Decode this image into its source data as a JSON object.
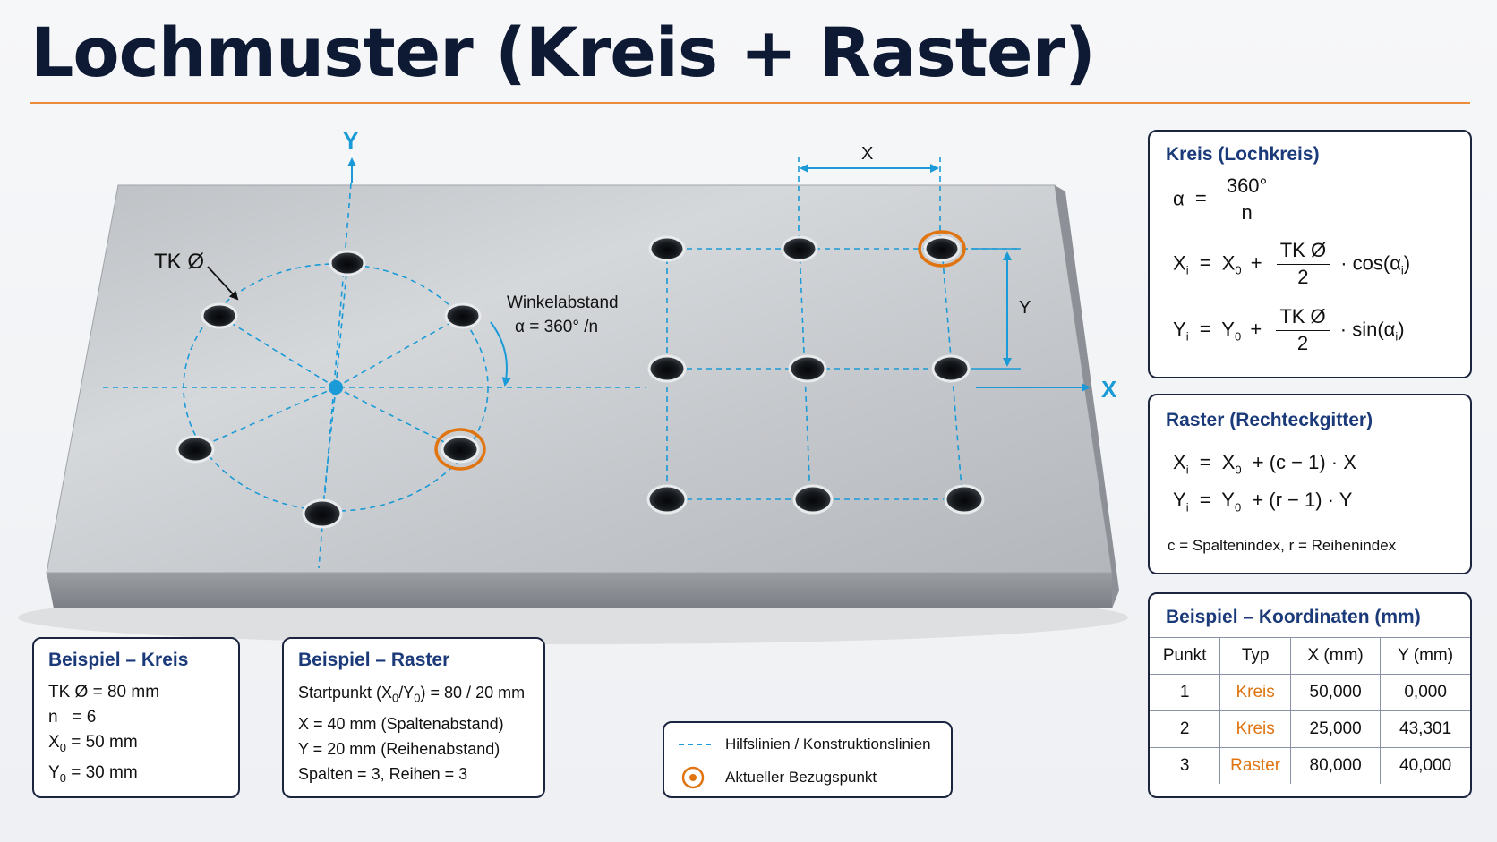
{
  "title": "Lochmuster (Kreis + Raster)",
  "colors": {
    "accent": "#e98b3b",
    "construction": "#1a9ad6",
    "navy": "#1b2540",
    "heading": "#1b3a7a"
  },
  "diagram": {
    "axis_y": "Y",
    "axis_x": "X",
    "tk_label": "TK Ø",
    "angle_label_1": "Winkelabstand",
    "angle_label_2": "α = 360° /n",
    "dim_x": "X",
    "dim_y": "Y"
  },
  "kreis_box": {
    "title": "Kreis (Lochkreis)",
    "alpha_lhs": "α",
    "eq": "=",
    "alpha_num": "360°",
    "alpha_den": "n",
    "xi": "X",
    "i_sub": "i",
    "zero_sub": "0",
    "x0": "X",
    "y0": "Y",
    "yi": "Y",
    "plus": "+",
    "tk_num": "TK Ø",
    "tk_den": "2",
    "cos_prefix": "· cos(α",
    "sin_prefix": "· sin(α",
    "close_paren": ")"
  },
  "raster_box": {
    "title": "Raster (Rechteckgitter)",
    "xi": "X",
    "yi": "Y",
    "i_sub": "i",
    "zero_sub": "0",
    "x_rhs": "+ (c − 1) · X",
    "y_rhs": "+ (r − 1) · Y",
    "eq": "=",
    "note": "c = Spaltenindex, r = Reihenindex"
  },
  "coords_table": {
    "title": "Beispiel – Koordinaten (mm)",
    "headers": [
      "Punkt",
      "Typ",
      "X (mm)",
      "Y (mm)"
    ],
    "rows": [
      [
        "1",
        "Kreis",
        "50,000",
        "0,000"
      ],
      [
        "2",
        "Kreis",
        "25,000",
        "43,301"
      ],
      [
        "3",
        "Raster",
        "80,000",
        "40,000"
      ]
    ]
  },
  "example_kreis": {
    "title": "Beispiel – Kreis",
    "l1": "TK Ø = 80 mm",
    "l2": "n   = 6",
    "l3_a": "X",
    "l3_sub": "0",
    "l3_b": " = 50 mm",
    "l4_a": "Y",
    "l4_sub": "0",
    "l4_b": " = 30 mm"
  },
  "example_raster": {
    "title": "Beispiel – Raster",
    "l1_a": "Startpunkt (X",
    "l1_s1": "0",
    "l1_b": "/Y",
    "l1_s2": "0",
    "l1_c": ") = 80 / 20 mm",
    "l2": "X = 40 mm (Spaltenabstand)",
    "l3": "Y = 20 mm (Reihenabstand)",
    "l4": "Spalten = 3, Reihen = 3"
  },
  "legend": {
    "item1": "Hilfslinien / Konstruktionslinien",
    "item2": "Aktueller Bezugspunkt"
  }
}
